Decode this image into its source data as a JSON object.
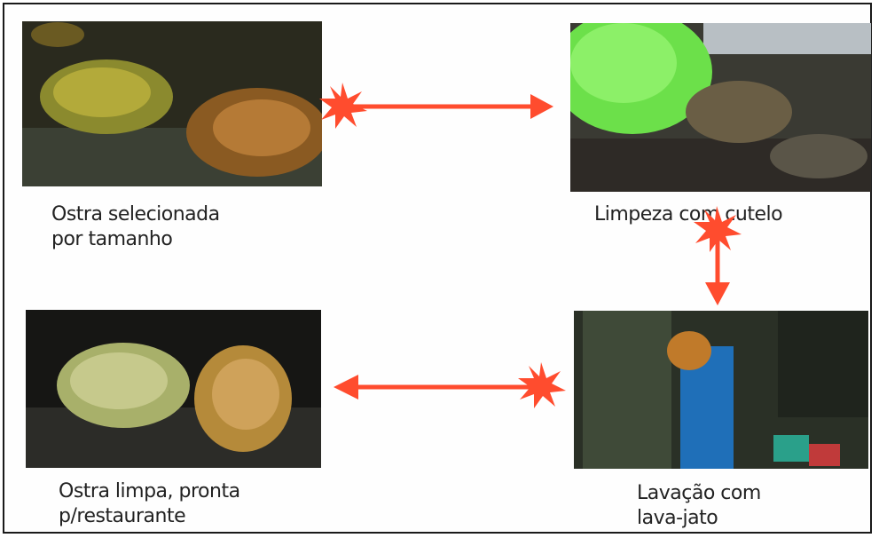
{
  "steps": [
    {
      "caption": "Ostra selecionada\npor tamanho"
    },
    {
      "caption": "Limpeza com cutelo"
    },
    {
      "caption": "Lavação com\nlava-jato"
    },
    {
      "caption": "Ostra limpa, pronta\np/restaurante"
    }
  ],
  "colors": {
    "arrow": "#ff4c2e",
    "border": "#1a1a1a"
  }
}
